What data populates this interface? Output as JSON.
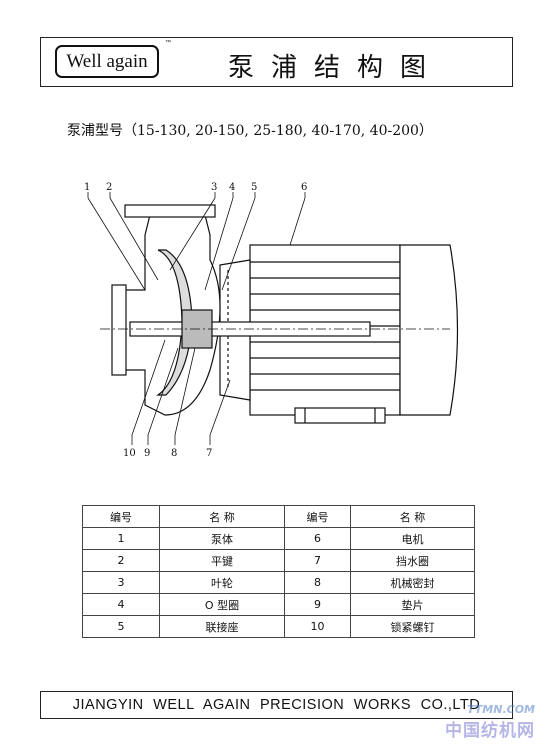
{
  "header": {
    "logo_text": "Well again",
    "trademark": "™",
    "title": "泵浦结构图"
  },
  "models_line": "泵浦型号（15-130, 20-150, 25-180, 40-170, 40-200）",
  "diagram": {
    "callouts_top": [
      "1",
      "2",
      "3",
      "4",
      "5",
      "6"
    ],
    "callouts_bottom": [
      "10",
      "9",
      "8",
      "7"
    ]
  },
  "parts_table": {
    "headers": [
      "编号",
      "名 称",
      "编号",
      "名 称"
    ],
    "rows": [
      [
        "1",
        "泵体",
        "6",
        "电机"
      ],
      [
        "2",
        "平键",
        "7",
        "挡水圈"
      ],
      [
        "3",
        "叶轮",
        "8",
        "机械密封"
      ],
      [
        "4",
        "O 型圈",
        "9",
        "垫片"
      ],
      [
        "5",
        "联接座",
        "10",
        "锁紧螺钉"
      ]
    ]
  },
  "footer": {
    "company": "JIANGYIN WELL AGAIN PRECISION WORKS CO.,LTD"
  },
  "watermark": {
    "top": "TTMN.COM",
    "bottom": "中国纺机网"
  }
}
